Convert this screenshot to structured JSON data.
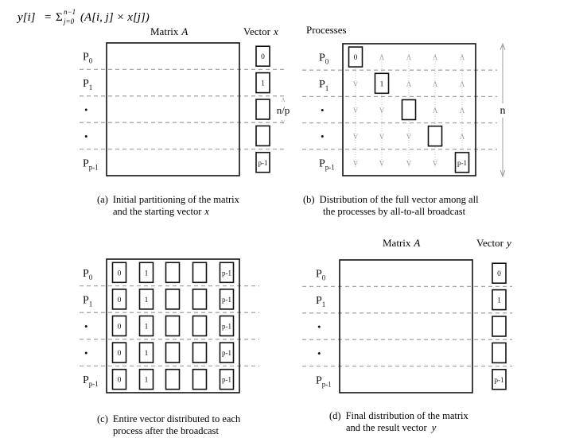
{
  "formula": {
    "lhs": "y[i]",
    "eq": "=",
    "sigma": "Σ",
    "upper": "n−1",
    "lower": "j=0",
    "body": "(A[i, j] × x[j])"
  },
  "process_labels": [
    {
      "main": "P",
      "sub": "0"
    },
    {
      "main": "P",
      "sub": "1"
    },
    {
      "main": "•",
      "sub": ""
    },
    {
      "main": "•",
      "sub": ""
    },
    {
      "main": "P",
      "sub": "p-1"
    }
  ],
  "panels": {
    "a": {
      "matrix_title": "Matrix",
      "matrix_var": "A",
      "vector_title": "Vector",
      "vector_var": "x",
      "vector_entries": [
        "0",
        "1",
        "",
        "",
        "p-1"
      ],
      "block_size_label": "n/p",
      "caption_tag": "(a)",
      "caption_line1": "Initial partitioning of the matrix",
      "caption_line2": "and the starting vector",
      "caption_var": "x"
    },
    "b": {
      "header": "Processes",
      "diagonal_entries": [
        "0",
        "1",
        "",
        "",
        "p-1"
      ],
      "dimension_label": "n",
      "caption_tag": "(b)",
      "caption_line1": "Distribution of the full vector among all",
      "caption_line2": "the processes by all-to-all broadcast"
    },
    "c": {
      "column_entries": [
        "0",
        "1",
        "",
        "",
        "p-1"
      ],
      "caption_tag": "(c)",
      "caption_line1": "Entire vector distributed to each",
      "caption_line2": "process after the broadcast"
    },
    "d": {
      "matrix_title": "Matrix",
      "matrix_var": "A",
      "vector_title": "Vector",
      "vector_var": "y",
      "vector_entries": [
        "0",
        "1",
        "",
        "",
        "p-1"
      ],
      "caption_tag": "(d)",
      "caption_line1": "Final distribution of the matrix",
      "caption_line2": "and the result vector",
      "caption_var": "y"
    }
  },
  "colors": {
    "line": "#111111",
    "dash": "#a8a8a8",
    "arrow": "#9a9a9a"
  }
}
